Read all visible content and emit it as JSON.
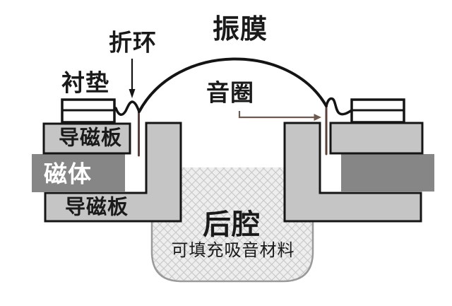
{
  "diagram": {
    "type": "speaker-cross-section",
    "labels": {
      "diaphragm": "振膜",
      "surround": "折环",
      "gasket": "衬垫",
      "voice_coil": "音圈",
      "top_plate": "导磁板",
      "magnet": "磁体",
      "bottom_plate": "导磁板",
      "back_cavity": "后腔",
      "back_cavity_note": "可填充吸音材料"
    },
    "colors": {
      "background": "#ffffff",
      "structure_gray": "#c5c5c5",
      "magnet_gray": "#868686",
      "outline": "#151515",
      "voice_coil": "#5a403a",
      "leader_line": "#6f5a50",
      "cavity_fill": "#eeeeee",
      "cavity_hatch": "#c8c8c8",
      "cavity_border": "#9a9a9a"
    }
  }
}
